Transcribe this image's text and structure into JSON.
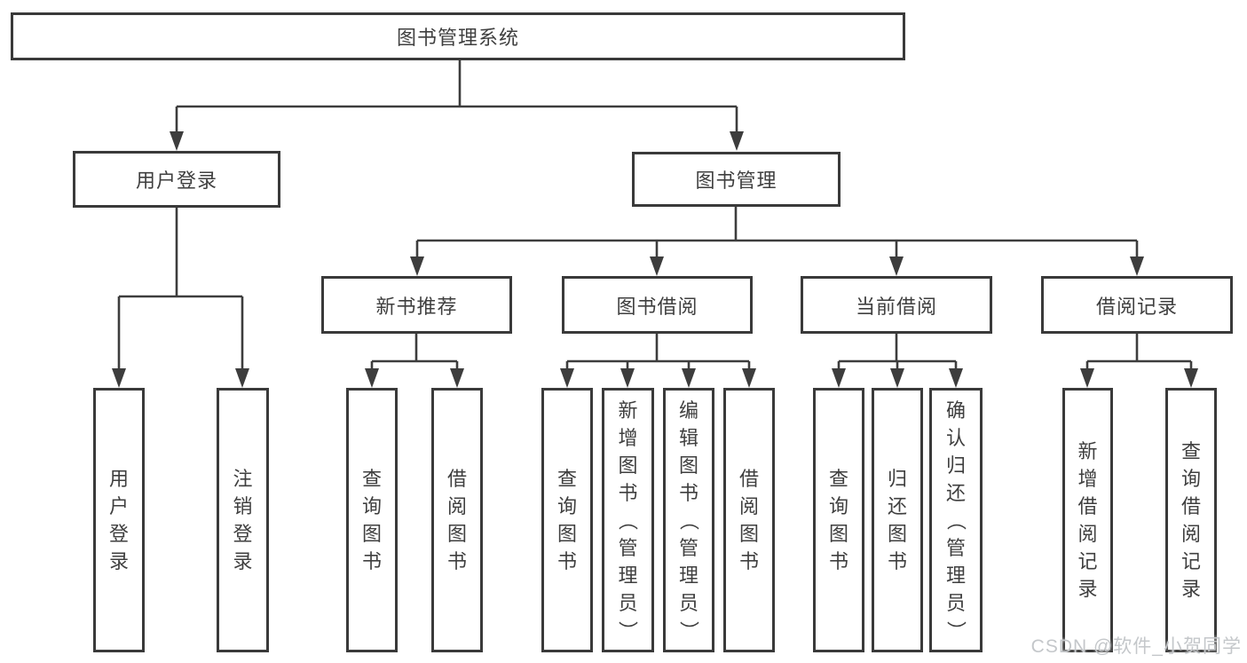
{
  "tree": {
    "root": {
      "label": "图书管理系统"
    },
    "branches": [
      {
        "label": "用户登录",
        "children": [
          {
            "label": "用户登录"
          },
          {
            "label": "注销登录"
          }
        ]
      },
      {
        "label": "图书管理",
        "sections": [
          {
            "label": "新书推荐",
            "children": [
              {
                "label": "查询图书"
              },
              {
                "label": "借阅图书"
              }
            ]
          },
          {
            "label": "图书借阅",
            "children": [
              {
                "label": "查询图书"
              },
              {
                "label": "新增图书（管理员）"
              },
              {
                "label": "编辑图书（管理员）"
              },
              {
                "label": "借阅图书"
              }
            ]
          },
          {
            "label": "当前借阅",
            "children": [
              {
                "label": "查询图书"
              },
              {
                "label": "归还图书"
              },
              {
                "label": "确认归还（管理员）"
              }
            ]
          },
          {
            "label": "借阅记录",
            "children": [
              {
                "label": "新增借阅记录"
              },
              {
                "label": "查询借阅记录"
              }
            ]
          }
        ]
      }
    ]
  },
  "watermark": {
    "text": "CSDN @软件_小贺同学"
  },
  "colors": {
    "line": "#3d3d3d",
    "box_border": "#3a3a3a",
    "text": "#3f3f3f",
    "background": "#ffffff",
    "watermark": "#c4c7ca"
  }
}
